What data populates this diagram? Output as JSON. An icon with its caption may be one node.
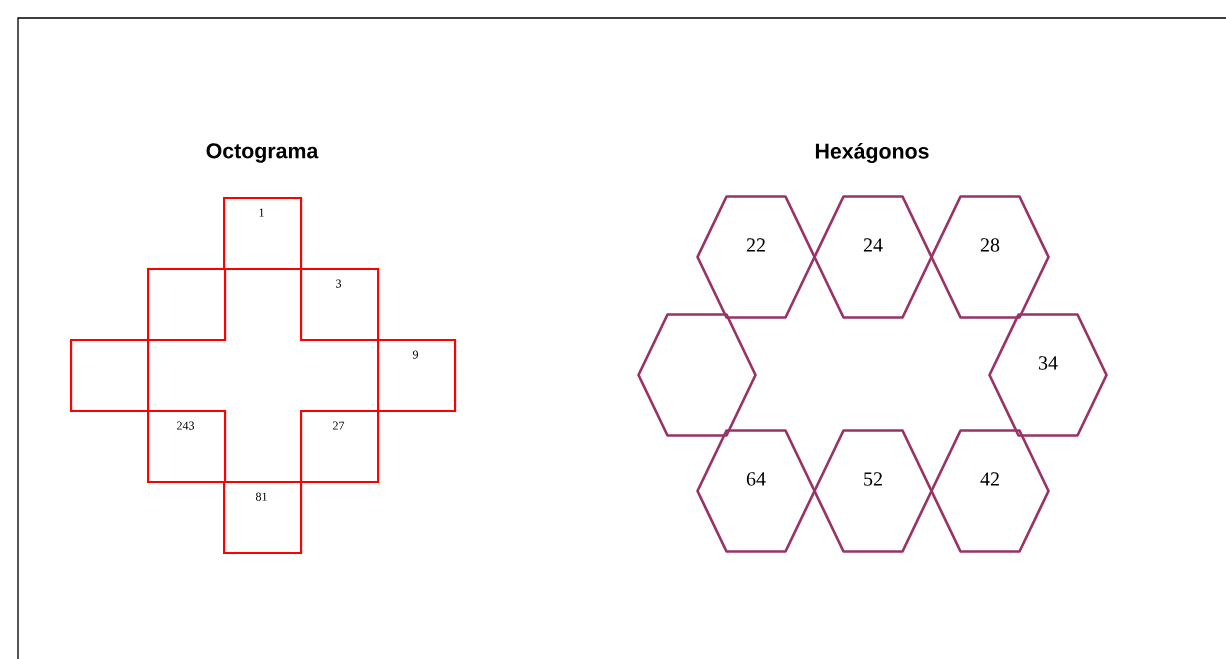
{
  "diagram": {
    "nodes": [
      {
        "text": [
          "1"
        ]
      },
      {
        "text": [],
        "shape": "box"
      },
      {
        "text": [
          "3"
        ]
      },
      {
        "text": [],
        "shape": "box"
      },
      {
        "text": [
          "9"
        ]
      },
      {
        "text": [
          "243"
        ]
      },
      {
        "text": [
          "27"
        ]
      },
      {
        "text": [
          "81"
        ]
      },
      {
        "text": [
          "22"
        ]
      },
      {
        "text": [
          "24"
        ]
      },
      {
        "text": [
          "28"
        ]
      },
      {
        "text": [],
        "shape": "hexagon"
      },
      {
        "text": [
          "34"
        ]
      },
      {
        "text": [
          "64"
        ]
      },
      {
        "text": [
          "52"
        ]
      },
      {
        "text": [
          "42"
        ]
      }
    ],
    "labels": [
      "Octograma",
      "Hexágonos"
    ]
  }
}
